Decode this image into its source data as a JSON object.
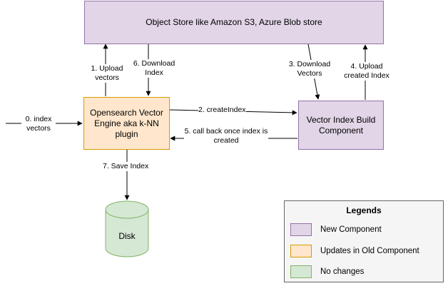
{
  "components": {
    "object_store": "Object Store like Amazon S3, Azure Blob store",
    "opensearch": "Opensearch Vector Engine aka k-NN plugin",
    "vector_builder": "Vector Index Build Component",
    "disk": "Disk"
  },
  "edges": {
    "e0": "0. index vectors",
    "e1": "1. Upload vectors",
    "e2": "2. createIndex",
    "e3": "3. Download Vectors",
    "e4": "4. Upload created Index",
    "e5": "5. call back once index is created",
    "e6": "6. Download Index",
    "e7": "7. Save Index"
  },
  "legend": {
    "title": "Legends",
    "items": [
      {
        "label": "New Component",
        "color": "#e1d5e7"
      },
      {
        "label": "Updates in Old Component",
        "color": "#ffe6cc"
      },
      {
        "label": "No changes",
        "color": "#d5e8d4"
      }
    ]
  },
  "colors": {
    "new_component": "#e1d5e7",
    "new_component_border": "#9673a6",
    "old_component": "#ffe6cc",
    "old_component_border": "#d79b00",
    "no_change": "#d5e8d4",
    "no_change_border": "#82b366"
  }
}
